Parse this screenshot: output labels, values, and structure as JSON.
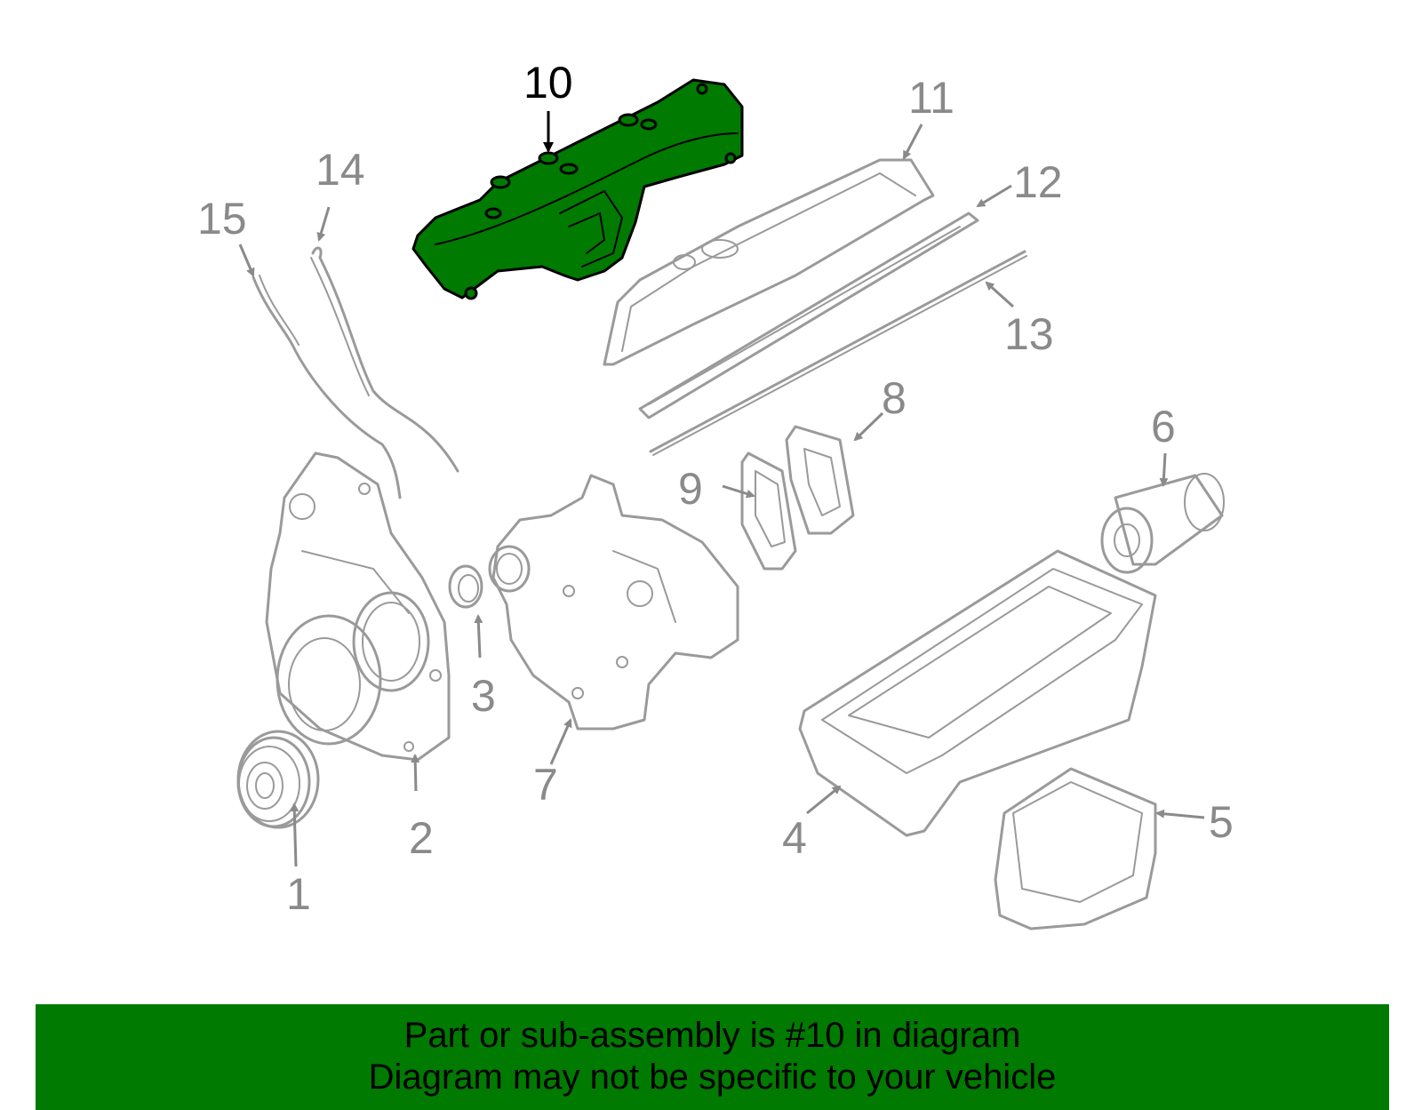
{
  "callouts": {
    "c1": "1",
    "c2": "2",
    "c3": "3",
    "c4": "4",
    "c5": "5",
    "c6": "6",
    "c7": "7",
    "c8": "8",
    "c9": "9",
    "c10": "10",
    "c11": "11",
    "c12": "12",
    "c13": "13",
    "c14": "14",
    "c15": "15"
  },
  "highlighted_part": "10",
  "colors": {
    "highlight": "#007a00",
    "outline": "#9a9a9a",
    "banner": "#007a00"
  },
  "banner": {
    "line1": "Part or sub-assembly is #10 in diagram",
    "line2": "Diagram may not be specific to your vehicle"
  }
}
